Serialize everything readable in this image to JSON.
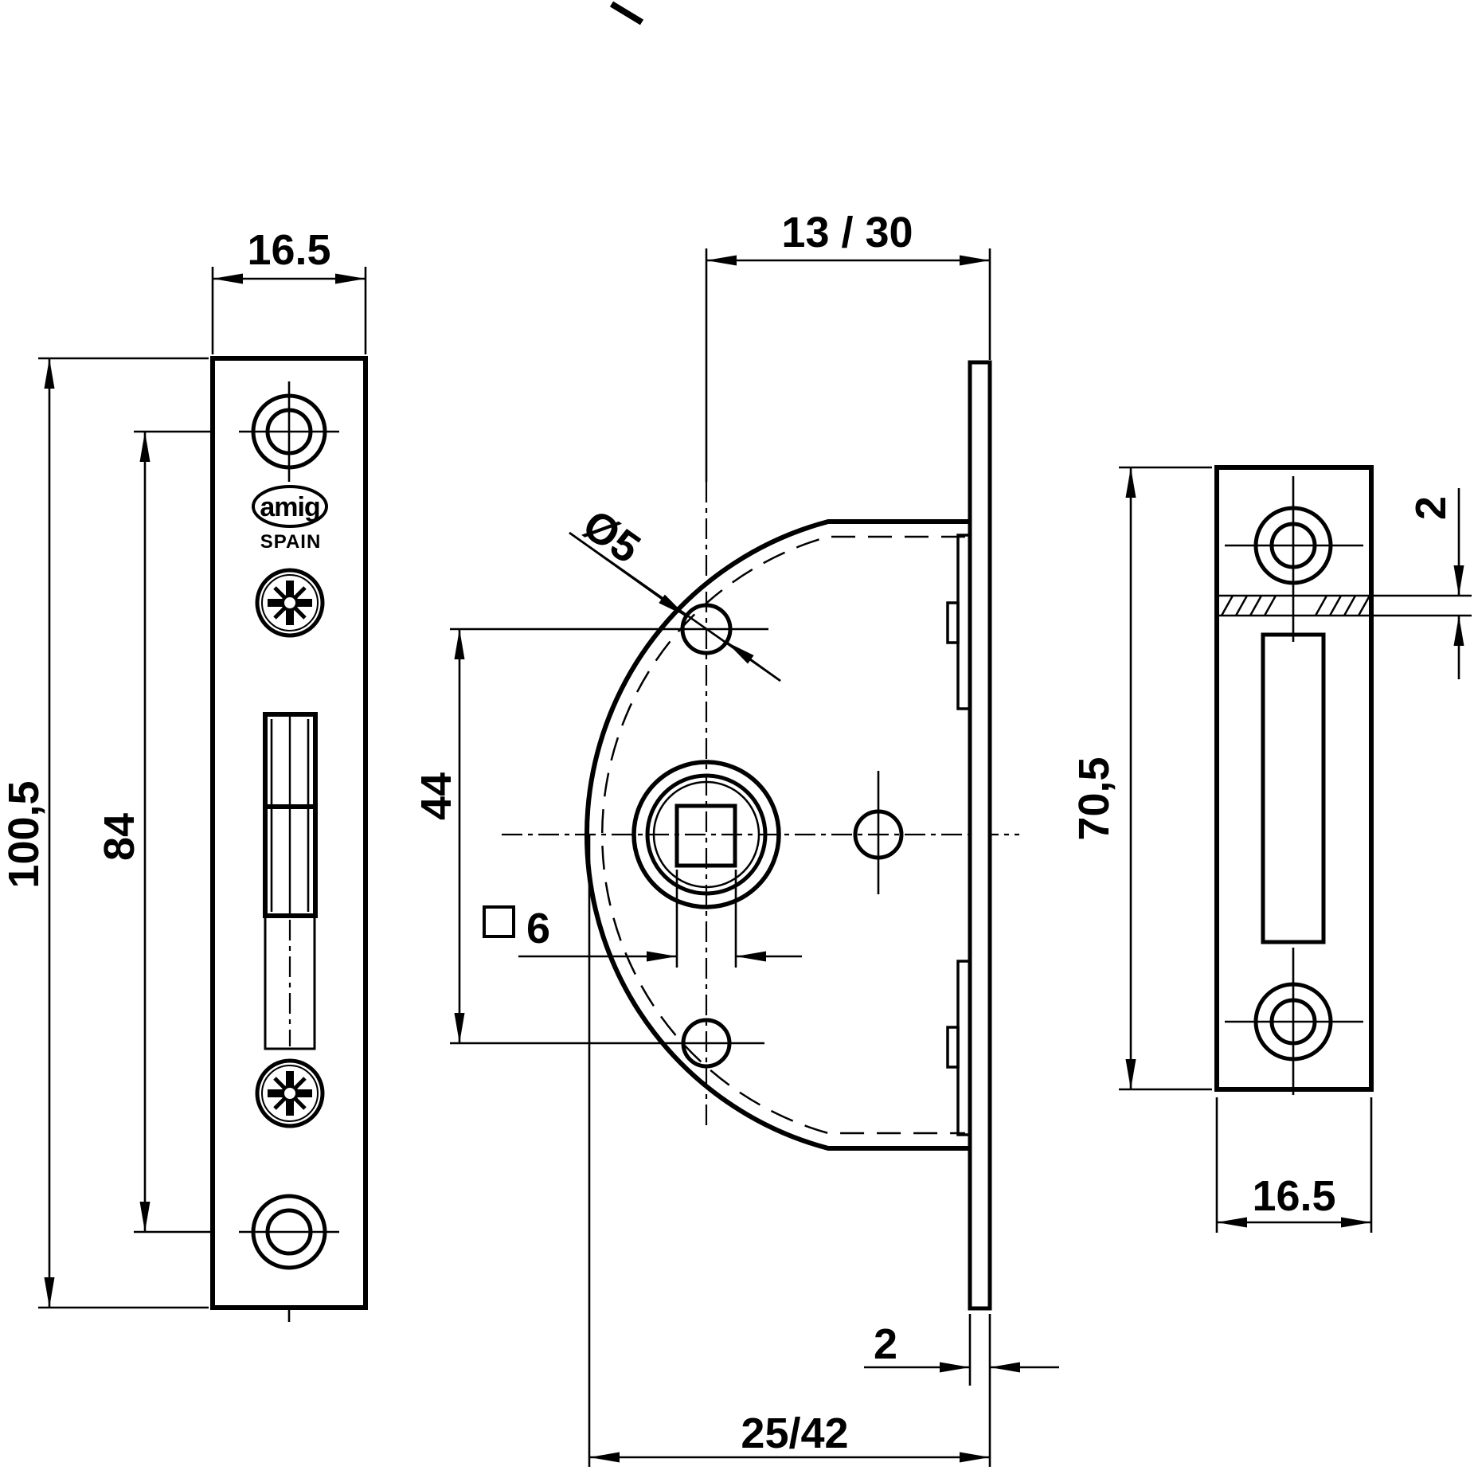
{
  "drawing": {
    "front_view": {
      "width": "16.5",
      "height": "100,5",
      "screw_spacing": "84",
      "logo_brand": "amig",
      "logo_country": "SPAIN"
    },
    "side_view": {
      "backset": "13 / 30",
      "hole_diameter": "Ø5",
      "hole_spacing": "44",
      "spindle_square": "6",
      "faceplate_thickness": "2",
      "body_depth": "25/42"
    },
    "strike_view": {
      "edge_offset": "2",
      "height": "70,5",
      "width": "16.5"
    }
  }
}
